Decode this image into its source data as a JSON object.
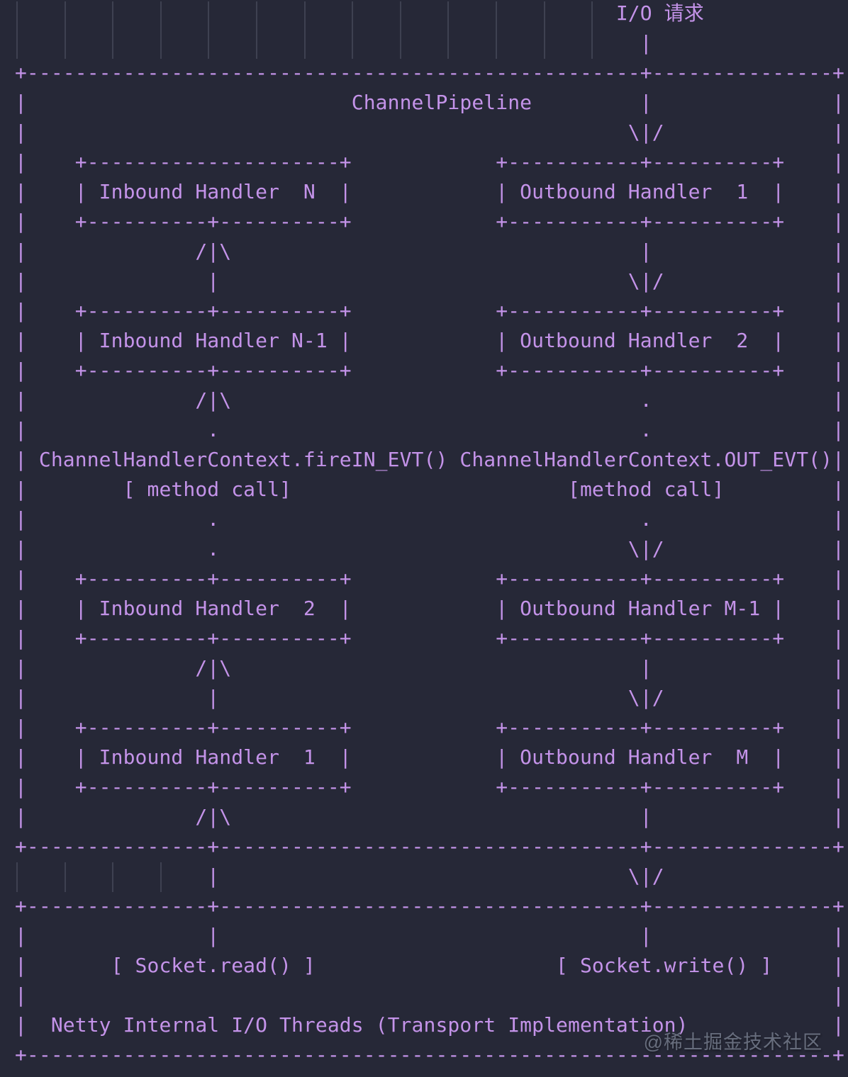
{
  "colors": {
    "bg": "#262837",
    "fg": "#c493e9",
    "guide": "rgba(203,208,234,0.15)",
    "wm": "#6f7585"
  },
  "diagram": {
    "io_request_label": "I/O 请求",
    "pipeline_title": "ChannelPipeline",
    "inbound_handlers": [
      "Inbound Handler  N",
      "Inbound Handler N-1",
      "Inbound Handler  2",
      "Inbound Handler  1"
    ],
    "outbound_handlers": [
      "Outbound Handler  1",
      "Outbound Handler  2",
      "Outbound Handler M-1",
      "Outbound Handler  M"
    ],
    "inbound_call": "ChannelHandlerContext.fireIN_EVT()",
    "inbound_call_note": "[ method call]",
    "outbound_call": "ChannelHandlerContext.OUT_EVT()",
    "outbound_call_note": "[method call]",
    "socket_read_label": "[ Socket.read() ]",
    "socket_write_label": "[ Socket.write() ]",
    "bottom_box_label": "Netty Internal I/O Threads (Transport Implementation)",
    "ascii_lines": [
      "                                                   I/O 请求",
      "                                                     |",
      " +---------------------------------------------------+---------------+",
      " |                           ChannelPipeline         |               |",
      " |                                                  \\|/              |",
      " |    +---------------------+            +-----------+----------+    |",
      " |    | Inbound Handler  N  |            | Outbound Handler  1  |    |",
      " |    +----------+----------+            +-----------+----------+    |",
      " |              /|\\                                  |               |",
      " |               |                                  \\|/              |",
      " |    +----------+----------+            +-----------+----------+    |",
      " |    | Inbound Handler N-1 |            | Outbound Handler  2  |    |",
      " |    +----------+----------+            +-----------+----------+    |",
      " |              /|\\                                  .               |",
      " |               .                                   .               |",
      " | ChannelHandlerContext.fireIN_EVT() ChannelHandlerContext.OUT_EVT()|",
      " |        [ method call]                       [method call]         |",
      " |               .                                   .               |",
      " |               .                                  \\|/              |",
      " |    +----------+----------+            +-----------+----------+    |",
      " |    | Inbound Handler  2  |            | Outbound Handler M-1 |    |",
      " |    +----------+----------+            +-----------+----------+    |",
      " |              /|\\                                  |               |",
      " |               |                                  \\|/              |",
      " |    +----------+----------+            +-----------+----------+    |",
      " |    | Inbound Handler  1  |            | Outbound Handler  M  |    |",
      " |    +----------+----------+            +-----------+----------+    |",
      " |              /|\\                                  |               |",
      " +---------------+-----------------------------------+---------------+",
      "                 |                                  \\|/",
      " +---------------+-----------------------------------+---------------+",
      " |               |                                   |               |",
      " |       [ Socket.read() ]                    [ Socket.write() ]     |",
      " |                                                                   |",
      " |  Netty Internal I/O Threads (Transport Implementation)            |",
      " +-------------------------------------------------------------------+"
    ]
  },
  "watermark": {
    "text": "@稀土掘金技术社区"
  }
}
